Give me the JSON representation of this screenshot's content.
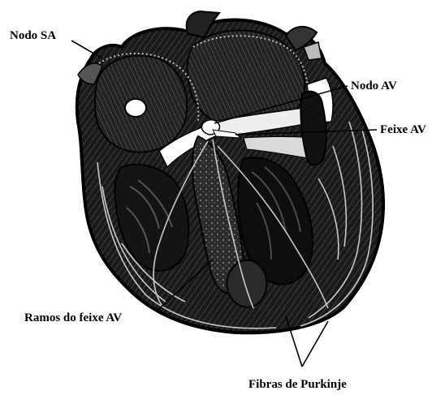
{
  "labels": {
    "sa_node": "Nodo SA",
    "av_node": "Nodo AV",
    "av_bundle": "Feixe AV",
    "bundle_branches": "Ramos do feixe AV",
    "purkinje_fibers": "Fibras de Purkinje"
  },
  "colors": {
    "ink": "#000000",
    "tissue_dark": "#111111",
    "tissue_mid": "#3a3a3a",
    "tissue_light": "#8a8a8a",
    "cavity": "#ffffff"
  }
}
